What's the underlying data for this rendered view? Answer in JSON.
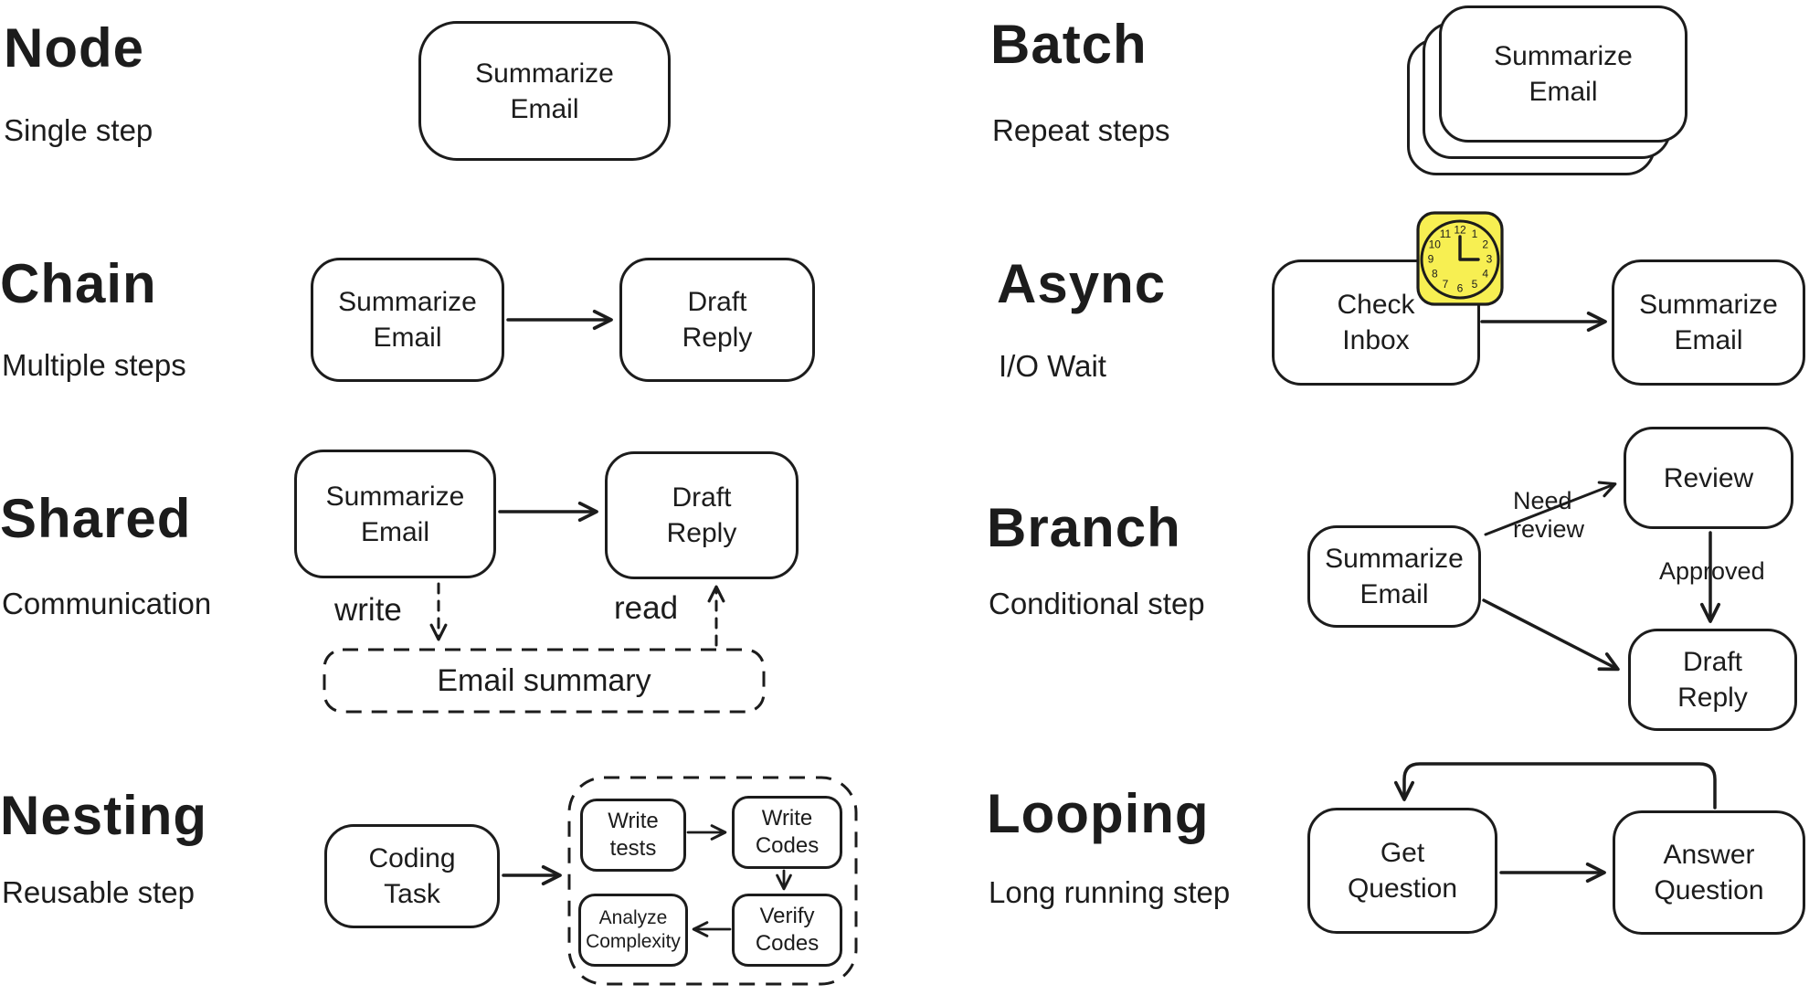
{
  "palette": {
    "ink": "#1c1c1c",
    "background": "#ffffff",
    "clock_yellow": "#f7ef52"
  },
  "sections": {
    "node": {
      "title": "Node",
      "subtitle": "Single step",
      "box": "Summarize\nEmail"
    },
    "chain": {
      "title": "Chain",
      "subtitle": "Multiple steps",
      "box1": "Summarize\nEmail",
      "box2": "Draft\nReply"
    },
    "shared": {
      "title": "Shared",
      "subtitle": "Communication",
      "box1": "Summarize\nEmail",
      "box2": "Draft\nReply",
      "write_label": "write",
      "read_label": "read",
      "store": "Email summary"
    },
    "nesting": {
      "title": "Nesting",
      "subtitle": "Reusable step",
      "box": "Coding\nTask",
      "inner": {
        "write_tests": "Write\ntests",
        "write_codes": "Write\nCodes",
        "verify_codes": "Verify\nCodes",
        "analyze_complexity": "Analyze\nComplexity"
      }
    },
    "batch": {
      "title": "Batch",
      "subtitle": "Repeat steps",
      "box": "Summarize\nEmail"
    },
    "async": {
      "title": "Async",
      "subtitle": "I/O Wait",
      "box1": "Check\nInbox",
      "box2": "Summarize\nEmail",
      "clock_numbers": [
        "12",
        "1",
        "2",
        "3",
        "4",
        "5",
        "6",
        "7",
        "8",
        "9",
        "10",
        "11"
      ]
    },
    "branch": {
      "title": "Branch",
      "subtitle": "Conditional step",
      "box1": "Summarize\nEmail",
      "box2": "Review",
      "box3": "Draft\nReply",
      "label_need_review": "Need\nreview",
      "label_approved": "Approved"
    },
    "looping": {
      "title": "Looping",
      "subtitle": "Long running step",
      "box1": "Get\nQuestion",
      "box2": "Answer\nQuestion"
    }
  }
}
